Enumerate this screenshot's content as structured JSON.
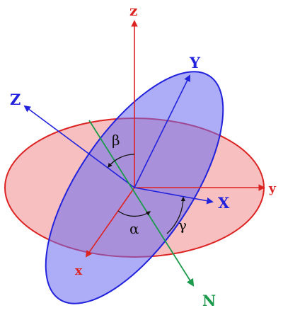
{
  "colors": {
    "fixed_frame": "#dd2222",
    "rotated_frame": "#2222dd",
    "node_line": "#1a9a4a",
    "angle_marks": "#111111",
    "red_fill": "#f08a8a",
    "blue_fill": "#7a7af0"
  },
  "labels": {
    "z": "z",
    "x": "x",
    "y": "y",
    "Z": "Z",
    "X": "X",
    "Y": "Y",
    "N": "N",
    "alpha": "α",
    "beta": "β",
    "gamma": "γ"
  }
}
